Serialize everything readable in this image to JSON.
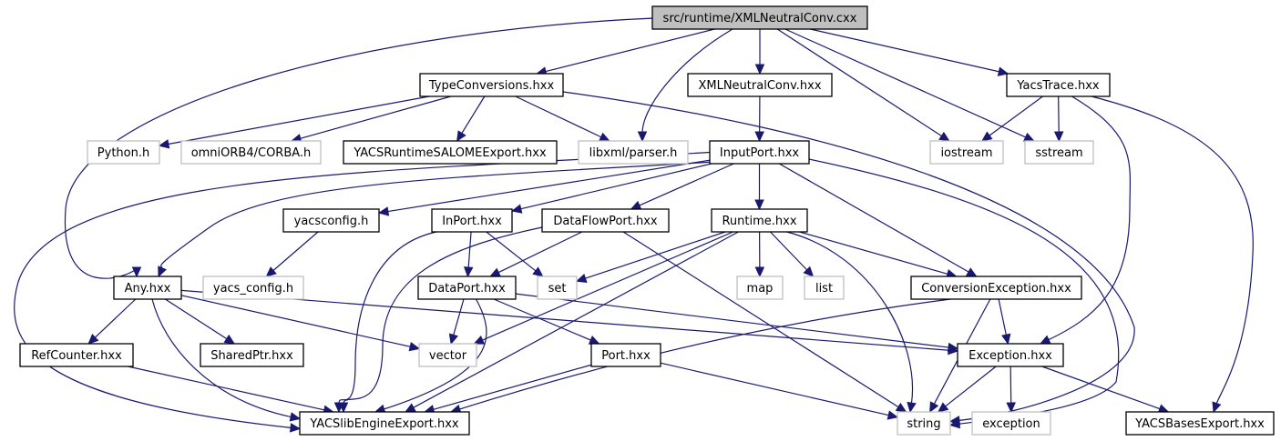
{
  "title": "src/runtime/XMLNeutralConv.cxx include dependency graph",
  "colors": {
    "edge": "#191970",
    "root_fill": "#bfbfbf",
    "external_border": "#bfbfbf",
    "documented_border": "#000000"
  },
  "nodes": [
    {
      "id": "root",
      "label": "src/runtime/XMLNeutralConv.cxx",
      "kind": "root"
    },
    {
      "id": "TypeConversions",
      "label": "TypeConversions.hxx",
      "kind": "documented"
    },
    {
      "id": "XMLNeutralConvH",
      "label": "XMLNeutralConv.hxx",
      "kind": "documented"
    },
    {
      "id": "YacsTrace",
      "label": "YacsTrace.hxx",
      "kind": "documented"
    },
    {
      "id": "Python",
      "label": "Python.h",
      "kind": "external"
    },
    {
      "id": "CORBA",
      "label": "omniORB4/CORBA.h",
      "kind": "external"
    },
    {
      "id": "YACSRuntimeSALOMEExport",
      "label": "YACSRuntimeSALOMEExport.hxx",
      "kind": "documented"
    },
    {
      "id": "libxml",
      "label": "libxml/parser.h",
      "kind": "external"
    },
    {
      "id": "InputPort",
      "label": "InputPort.hxx",
      "kind": "documented"
    },
    {
      "id": "iostream",
      "label": "iostream",
      "kind": "external"
    },
    {
      "id": "sstream",
      "label": "sstream",
      "kind": "external"
    },
    {
      "id": "yacsconfig",
      "label": "yacsconfig.h",
      "kind": "documented"
    },
    {
      "id": "InPort",
      "label": "InPort.hxx",
      "kind": "documented"
    },
    {
      "id": "DataFlowPort",
      "label": "DataFlowPort.hxx",
      "kind": "documented"
    },
    {
      "id": "Runtime",
      "label": "Runtime.hxx",
      "kind": "documented"
    },
    {
      "id": "Any",
      "label": "Any.hxx",
      "kind": "documented"
    },
    {
      "id": "yacs_config",
      "label": "yacs_config.h",
      "kind": "external"
    },
    {
      "id": "DataPort",
      "label": "DataPort.hxx",
      "kind": "documented"
    },
    {
      "id": "set",
      "label": "set",
      "kind": "external"
    },
    {
      "id": "map",
      "label": "map",
      "kind": "external"
    },
    {
      "id": "list",
      "label": "list",
      "kind": "external"
    },
    {
      "id": "ConversionException",
      "label": "ConversionException.hxx",
      "kind": "documented"
    },
    {
      "id": "RefCounter",
      "label": "RefCounter.hxx",
      "kind": "documented"
    },
    {
      "id": "SharedPtr",
      "label": "SharedPtr.hxx",
      "kind": "documented"
    },
    {
      "id": "vector",
      "label": "vector",
      "kind": "external"
    },
    {
      "id": "Port",
      "label": "Port.hxx",
      "kind": "documented"
    },
    {
      "id": "Exception",
      "label": "Exception.hxx",
      "kind": "documented"
    },
    {
      "id": "YACSlibEngineExport",
      "label": "YACSlibEngineExport.hxx",
      "kind": "documented"
    },
    {
      "id": "string",
      "label": "string",
      "kind": "external"
    },
    {
      "id": "exception",
      "label": "exception",
      "kind": "external"
    },
    {
      "id": "YACSBasesExport",
      "label": "YACSBasesExport.hxx",
      "kind": "documented"
    }
  ],
  "edges": [
    [
      "root",
      "TypeConversions"
    ],
    [
      "root",
      "XMLNeutralConvH"
    ],
    [
      "root",
      "YacsTrace"
    ],
    [
      "root",
      "Any"
    ],
    [
      "root",
      "libxml"
    ],
    [
      "root",
      "iostream"
    ],
    [
      "root",
      "sstream"
    ],
    [
      "TypeConversions",
      "Python"
    ],
    [
      "TypeConversions",
      "CORBA"
    ],
    [
      "TypeConversions",
      "YACSRuntimeSALOMEExport"
    ],
    [
      "TypeConversions",
      "libxml"
    ],
    [
      "TypeConversions",
      "string"
    ],
    [
      "XMLNeutralConvH",
      "InputPort"
    ],
    [
      "YacsTrace",
      "iostream"
    ],
    [
      "YacsTrace",
      "sstream"
    ],
    [
      "YacsTrace",
      "Exception"
    ],
    [
      "YacsTrace",
      "YACSBasesExport"
    ],
    [
      "InputPort",
      "yacsconfig"
    ],
    [
      "InputPort",
      "InPort"
    ],
    [
      "InputPort",
      "DataFlowPort"
    ],
    [
      "InputPort",
      "Runtime"
    ],
    [
      "InputPort",
      "Any"
    ],
    [
      "InputPort",
      "ConversionException"
    ],
    [
      "InputPort",
      "YACSlibEngineExport"
    ],
    [
      "InputPort",
      "string"
    ],
    [
      "yacsconfig",
      "yacs_config"
    ],
    [
      "InPort",
      "DataPort"
    ],
    [
      "InPort",
      "set"
    ],
    [
      "InPort",
      "YACSlibEngineExport"
    ],
    [
      "DataFlowPort",
      "DataPort"
    ],
    [
      "DataFlowPort",
      "YACSlibEngineExport"
    ],
    [
      "DataFlowPort",
      "string"
    ],
    [
      "Runtime",
      "set"
    ],
    [
      "Runtime",
      "map"
    ],
    [
      "Runtime",
      "list"
    ],
    [
      "Runtime",
      "vector"
    ],
    [
      "Runtime",
      "string"
    ],
    [
      "Runtime",
      "ConversionException"
    ],
    [
      "Runtime",
      "YACSlibEngineExport"
    ],
    [
      "Any",
      "RefCounter"
    ],
    [
      "Any",
      "SharedPtr"
    ],
    [
      "Any",
      "vector"
    ],
    [
      "Any",
      "Exception"
    ],
    [
      "Any",
      "YACSlibEngineExport"
    ],
    [
      "DataPort",
      "vector"
    ],
    [
      "DataPort",
      "Port"
    ],
    [
      "DataPort",
      "Exception"
    ],
    [
      "DataPort",
      "YACSlibEngineExport"
    ],
    [
      "ConversionException",
      "Exception"
    ],
    [
      "ConversionException",
      "string"
    ],
    [
      "ConversionException",
      "YACSlibEngineExport"
    ],
    [
      "RefCounter",
      "YACSlibEngineExport"
    ],
    [
      "Port",
      "YACSlibEngineExport"
    ],
    [
      "Port",
      "string"
    ],
    [
      "Exception",
      "string"
    ],
    [
      "Exception",
      "exception"
    ],
    [
      "Exception",
      "YACSBasesExport"
    ]
  ]
}
